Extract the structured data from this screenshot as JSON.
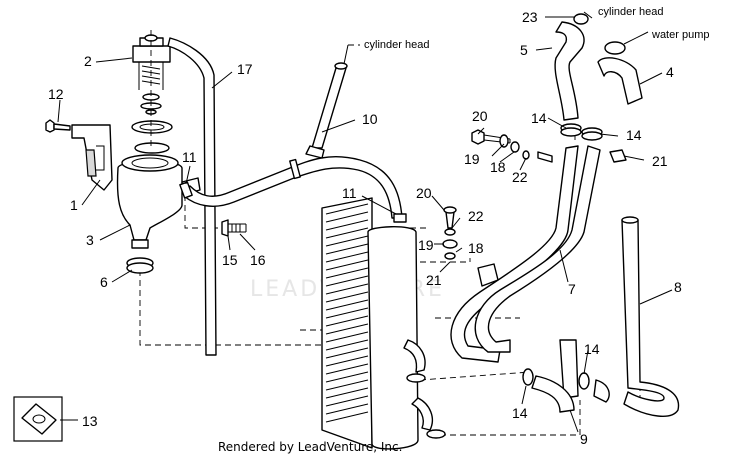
{
  "diagram": {
    "credit": "Rendered by LeadVenture, Inc.",
    "watermark": "LEADVENTURE",
    "notes": {
      "cylinder_head_left": "cylinder head",
      "cylinder_head_top": "cylinder head",
      "water_pump": "water pump"
    },
    "callouts": {
      "c1": "1",
      "c2": "2",
      "c3": "3",
      "c4": "4",
      "c5": "5",
      "c6": "6",
      "c7": "7",
      "c8": "8",
      "c9": "9",
      "c10": "10",
      "c11a": "11",
      "c11b": "11",
      "c12": "12",
      "c13": "13",
      "c14a": "14",
      "c14b": "14",
      "c14c": "14",
      "c14d": "14",
      "c15": "15",
      "c16": "16",
      "c17": "17",
      "c18a": "18",
      "c18b": "18",
      "c19a": "19",
      "c19b": "19",
      "c20a": "20",
      "c20b": "20",
      "c21a": "21",
      "c21b": "21",
      "c22a": "22",
      "c22b": "22",
      "c23": "23"
    }
  }
}
